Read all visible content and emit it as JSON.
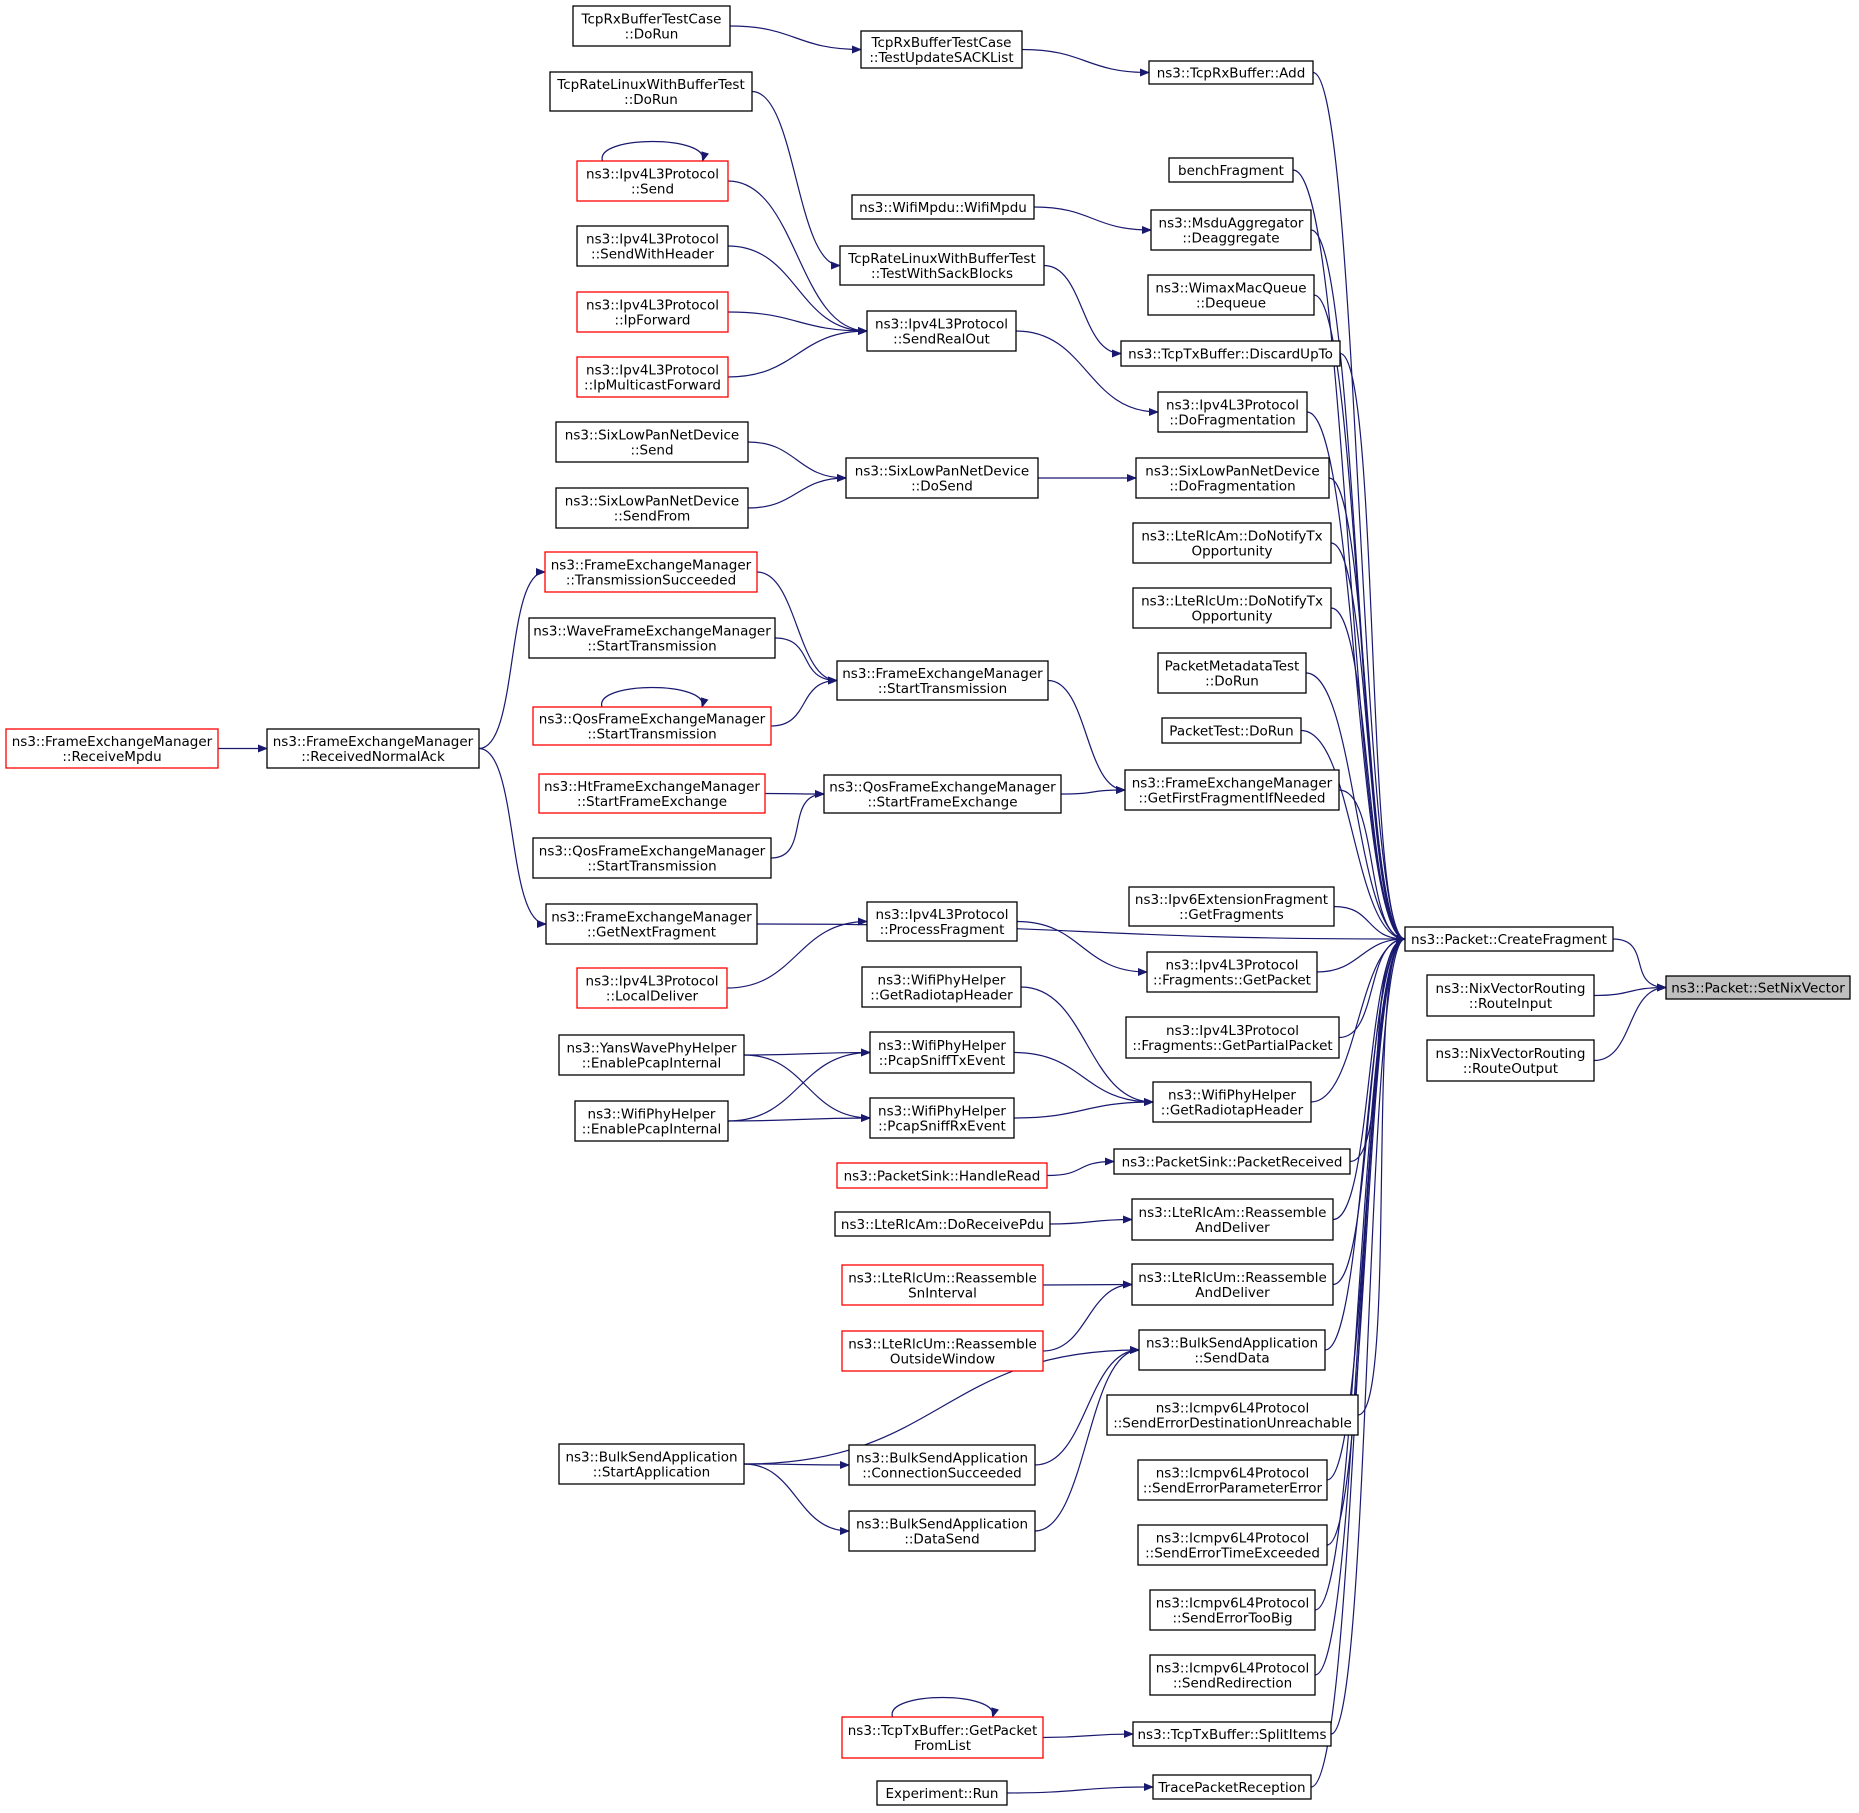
{
  "graph": {
    "nodes": [
      {
        "id": "set_nix",
        "lines": [
          "ns3::Packet::SetNixVector"
        ],
        "kind": "focus"
      },
      {
        "id": "route_input",
        "lines": [
          "ns3::NixVectorRouting",
          "::RouteInput"
        ],
        "kind": "std"
      },
      {
        "id": "route_output",
        "lines": [
          "ns3::NixVectorRouting",
          "::RouteOutput"
        ],
        "kind": "std"
      },
      {
        "id": "create_frag",
        "lines": [
          "ns3::Packet::CreateFragment"
        ],
        "kind": "std"
      },
      {
        "id": "rxbuf_add",
        "lines": [
          "ns3::TcpRxBuffer::Add"
        ],
        "kind": "std"
      },
      {
        "id": "bench_frag",
        "lines": [
          "benchFragment"
        ],
        "kind": "std"
      },
      {
        "id": "msdu_deagg",
        "lines": [
          "ns3::MsduAggregator",
          "::Deaggregate"
        ],
        "kind": "std"
      },
      {
        "id": "wimax_dequeue",
        "lines": [
          "ns3::WimaxMacQueue",
          "::Dequeue"
        ],
        "kind": "std"
      },
      {
        "id": "txbuf_discard",
        "lines": [
          "ns3::TcpTxBuffer::DiscardUpTo"
        ],
        "kind": "std"
      },
      {
        "id": "ipv4_dofrag",
        "lines": [
          "ns3::Ipv4L3Protocol",
          "::DoFragmentation"
        ],
        "kind": "std"
      },
      {
        "id": "sixlow_dofrag",
        "lines": [
          "ns3::SixLowPanNetDevice",
          "::DoFragmentation"
        ],
        "kind": "std"
      },
      {
        "id": "rlcam_notify",
        "lines": [
          "ns3::LteRlcAm::DoNotifyTx",
          "Opportunity"
        ],
        "kind": "std"
      },
      {
        "id": "rlcum_notify",
        "lines": [
          "ns3::LteRlcUm::DoNotifyTx",
          "Opportunity"
        ],
        "kind": "std"
      },
      {
        "id": "pktmeta_run",
        "lines": [
          "PacketMetadataTest",
          "::DoRun"
        ],
        "kind": "std"
      },
      {
        "id": "pkttest_run",
        "lines": [
          "PacketTest::DoRun"
        ],
        "kind": "std"
      },
      {
        "id": "fem_getfirst",
        "lines": [
          "ns3::FrameExchangeManager",
          "::GetFirstFragmentIfNeeded"
        ],
        "kind": "std"
      },
      {
        "id": "ipv6_getfrags",
        "lines": [
          "ns3::Ipv6ExtensionFragment",
          "::GetFragments"
        ],
        "kind": "std"
      },
      {
        "id": "ipv4_frags_getpacket",
        "lines": [
          "ns3::Ipv4L3Protocol",
          "::Fragments::GetPacket"
        ],
        "kind": "std"
      },
      {
        "id": "ipv4_frags_getpartial",
        "lines": [
          "ns3::Ipv4L3Protocol",
          "::Fragments::GetPartialPacket"
        ],
        "kind": "std"
      },
      {
        "id": "wifiphy_getradiotap",
        "lines": [
          "ns3::WifiPhyHelper",
          "::GetRadiotapHeader"
        ],
        "kind": "std"
      },
      {
        "id": "sink_received",
        "lines": [
          "ns3::PacketSink::PacketReceived"
        ],
        "kind": "std"
      },
      {
        "id": "rlcam_reasm",
        "lines": [
          "ns3::LteRlcAm::Reassemble",
          "AndDeliver"
        ],
        "kind": "std"
      },
      {
        "id": "rlcum_reasm",
        "lines": [
          "ns3::LteRlcUm::Reassemble",
          "AndDeliver"
        ],
        "kind": "std"
      },
      {
        "id": "bulk_senddata",
        "lines": [
          "ns3::BulkSendApplication",
          "::SendData"
        ],
        "kind": "std"
      },
      {
        "id": "icmp_dest",
        "lines": [
          "ns3::Icmpv6L4Protocol",
          "::SendErrorDestinationUnreachable"
        ],
        "kind": "std"
      },
      {
        "id": "icmp_param",
        "lines": [
          "ns3::Icmpv6L4Protocol",
          "::SendErrorParameterError"
        ],
        "kind": "std"
      },
      {
        "id": "icmp_time",
        "lines": [
          "ns3::Icmpv6L4Protocol",
          "::SendErrorTimeExceeded"
        ],
        "kind": "std"
      },
      {
        "id": "icmp_toobig",
        "lines": [
          "ns3::Icmpv6L4Protocol",
          "::SendErrorTooBig"
        ],
        "kind": "std"
      },
      {
        "id": "icmp_redirect",
        "lines": [
          "ns3::Icmpv6L4Protocol",
          "::SendRedirection"
        ],
        "kind": "std"
      },
      {
        "id": "txbuf_split",
        "lines": [
          "ns3::TcpTxBuffer::SplitItems"
        ],
        "kind": "std"
      },
      {
        "id": "trace_reception",
        "lines": [
          "TracePacketReception"
        ],
        "kind": "std"
      },
      {
        "id": "rxtc_update",
        "lines": [
          "TcpRxBufferTestCase",
          "::TestUpdateSACKList"
        ],
        "kind": "std"
      },
      {
        "id": "rxtc_run",
        "lines": [
          "TcpRxBufferTestCase",
          "::DoRun"
        ],
        "kind": "std"
      },
      {
        "id": "rate_run",
        "lines": [
          "TcpRateLinuxWithBufferTest",
          "::DoRun"
        ],
        "kind": "std"
      },
      {
        "id": "rate_sack",
        "lines": [
          "TcpRateLinuxWithBufferTest",
          "::TestWithSackBlocks"
        ],
        "kind": "std"
      },
      {
        "id": "wifimpdu",
        "lines": [
          "ns3::WifiMpdu::WifiMpdu"
        ],
        "kind": "std"
      },
      {
        "id": "ipv4_sendrealout",
        "lines": [
          "ns3::Ipv4L3Protocol",
          "::SendRealOut"
        ],
        "kind": "std"
      },
      {
        "id": "ipv4_send",
        "lines": [
          "ns3::Ipv4L3Protocol",
          "::Send"
        ],
        "kind": "trunc"
      },
      {
        "id": "ipv4_sendwithheader",
        "lines": [
          "ns3::Ipv4L3Protocol",
          "::SendWithHeader"
        ],
        "kind": "std"
      },
      {
        "id": "ipv4_ipforward",
        "lines": [
          "ns3::Ipv4L3Protocol",
          "::IpForward"
        ],
        "kind": "trunc"
      },
      {
        "id": "ipv4_ipmcast",
        "lines": [
          "ns3::Ipv4L3Protocol",
          "::IpMulticastForward"
        ],
        "kind": "trunc"
      },
      {
        "id": "sixlow_dosend",
        "lines": [
          "ns3::SixLowPanNetDevice",
          "::DoSend"
        ],
        "kind": "std"
      },
      {
        "id": "sixlow_send",
        "lines": [
          "ns3::SixLowPanNetDevice",
          "::Send"
        ],
        "kind": "std"
      },
      {
        "id": "sixlow_sendfrom",
        "lines": [
          "ns3::SixLowPanNetDevice",
          "::SendFrom"
        ],
        "kind": "std"
      },
      {
        "id": "fem_starttx",
        "lines": [
          "ns3::FrameExchangeManager",
          "::StartTransmission"
        ],
        "kind": "std"
      },
      {
        "id": "fem_txsucceeded",
        "lines": [
          "ns3::FrameExchangeManager",
          "::TransmissionSucceeded"
        ],
        "kind": "trunc"
      },
      {
        "id": "wave_starttx",
        "lines": [
          "ns3::WaveFrameExchangeManager",
          "::StartTransmission"
        ],
        "kind": "std"
      },
      {
        "id": "qos_starttx_a",
        "lines": [
          "ns3::QosFrameExchangeManager",
          "::StartTransmission"
        ],
        "kind": "trunc"
      },
      {
        "id": "qos_startfe",
        "lines": [
          "ns3::QosFrameExchangeManager",
          "::StartFrameExchange"
        ],
        "kind": "std"
      },
      {
        "id": "ht_startfe",
        "lines": [
          "ns3::HtFrameExchangeManager",
          "::StartFrameExchange"
        ],
        "kind": "trunc"
      },
      {
        "id": "qos_starttx_b",
        "lines": [
          "ns3::QosFrameExchangeManager",
          "::StartTransmission"
        ],
        "kind": "std"
      },
      {
        "id": "fem_getnext",
        "lines": [
          "ns3::FrameExchangeManager",
          "::GetNextFragment"
        ],
        "kind": "std"
      },
      {
        "id": "fem_recvack",
        "lines": [
          "ns3::FrameExchangeManager",
          "::ReceivedNormalAck"
        ],
        "kind": "std"
      },
      {
        "id": "fem_recvmpdu",
        "lines": [
          "ns3::FrameExchangeManager",
          "::ReceiveMpdu"
        ],
        "kind": "trunc"
      },
      {
        "id": "ipv4_processfrag",
        "lines": [
          "ns3::Ipv4L3Protocol",
          "::ProcessFragment"
        ],
        "kind": "std"
      },
      {
        "id": "ipv4_localdeliver",
        "lines": [
          "ns3::Ipv4L3Protocol",
          "::LocalDeliver"
        ],
        "kind": "trunc"
      },
      {
        "id": "wifiphy_getradiotap2",
        "lines": [
          "ns3::WifiPhyHelper",
          "::GetRadiotapHeader"
        ],
        "kind": "std"
      },
      {
        "id": "wifiphy_sniffTx",
        "lines": [
          "ns3::WifiPhyHelper",
          "::PcapSniffTxEvent"
        ],
        "kind": "std"
      },
      {
        "id": "wifiphy_sniffRx",
        "lines": [
          "ns3::WifiPhyHelper",
          "::PcapSniffRxEvent"
        ],
        "kind": "std"
      },
      {
        "id": "yans_pcap",
        "lines": [
          "ns3::YansWavePhyHelper",
          "::EnablePcapInternal"
        ],
        "kind": "std"
      },
      {
        "id": "wifiphy_pcap",
        "lines": [
          "ns3::WifiPhyHelper",
          "::EnablePcapInternal"
        ],
        "kind": "std"
      },
      {
        "id": "sink_handleread",
        "lines": [
          "ns3::PacketSink::HandleRead"
        ],
        "kind": "trunc"
      },
      {
        "id": "rlcam_dorecv",
        "lines": [
          "ns3::LteRlcAm::DoReceivePdu"
        ],
        "kind": "std"
      },
      {
        "id": "rlcum_reasm_sn",
        "lines": [
          "ns3::LteRlcUm::Reassemble",
          "SnInterval"
        ],
        "kind": "trunc"
      },
      {
        "id": "rlcum_reasm_out",
        "lines": [
          "ns3::LteRlcUm::Reassemble",
          "OutsideWindow"
        ],
        "kind": "trunc"
      },
      {
        "id": "bulk_start",
        "lines": [
          "ns3::BulkSendApplication",
          "::StartApplication"
        ],
        "kind": "std"
      },
      {
        "id": "bulk_connok",
        "lines": [
          "ns3::BulkSendApplication",
          "::ConnectionSucceeded"
        ],
        "kind": "std"
      },
      {
        "id": "bulk_datasend",
        "lines": [
          "ns3::BulkSendApplication",
          "::DataSend"
        ],
        "kind": "std"
      },
      {
        "id": "txbuf_getpkt",
        "lines": [
          "ns3::TcpTxBuffer::GetPacket",
          "FromList"
        ],
        "kind": "trunc"
      },
      {
        "id": "experiment_run",
        "lines": [
          "Experiment::Run"
        ],
        "kind": "std"
      }
    ],
    "edges": [
      [
        "route_input",
        "set_nix"
      ],
      [
        "route_output",
        "set_nix"
      ],
      [
        "create_frag",
        "set_nix"
      ],
      [
        "rxbuf_add",
        "create_frag"
      ],
      [
        "bench_frag",
        "create_frag"
      ],
      [
        "msdu_deagg",
        "create_frag"
      ],
      [
        "wimax_dequeue",
        "create_frag"
      ],
      [
        "txbuf_discard",
        "create_frag"
      ],
      [
        "ipv4_dofrag",
        "create_frag"
      ],
      [
        "sixlow_dofrag",
        "create_frag"
      ],
      [
        "rlcam_notify",
        "create_frag"
      ],
      [
        "rlcum_notify",
        "create_frag"
      ],
      [
        "pktmeta_run",
        "create_frag"
      ],
      [
        "pkttest_run",
        "create_frag"
      ],
      [
        "fem_getfirst",
        "create_frag"
      ],
      [
        "fem_getnext",
        "create_frag"
      ],
      [
        "ipv6_getfrags",
        "create_frag"
      ],
      [
        "ipv4_frags_getpacket",
        "create_frag"
      ],
      [
        "ipv4_frags_getpartial",
        "create_frag"
      ],
      [
        "wifiphy_getradiotap",
        "create_frag"
      ],
      [
        "sink_received",
        "create_frag"
      ],
      [
        "rlcam_reasm",
        "create_frag"
      ],
      [
        "rlcum_reasm",
        "create_frag"
      ],
      [
        "bulk_senddata",
        "create_frag"
      ],
      [
        "icmp_dest",
        "create_frag"
      ],
      [
        "icmp_param",
        "create_frag"
      ],
      [
        "icmp_time",
        "create_frag"
      ],
      [
        "icmp_toobig",
        "create_frag"
      ],
      [
        "icmp_redirect",
        "create_frag"
      ],
      [
        "txbuf_split",
        "create_frag"
      ],
      [
        "trace_reception",
        "create_frag"
      ],
      [
        "rxtc_update",
        "rxbuf_add"
      ],
      [
        "rxtc_run",
        "rxtc_update"
      ],
      [
        "rate_sack",
        "txbuf_discard"
      ],
      [
        "rate_run",
        "rate_sack"
      ],
      [
        "wifimpdu",
        "msdu_deagg"
      ],
      [
        "ipv4_sendrealout",
        "ipv4_dofrag"
      ],
      [
        "ipv4_send",
        "ipv4_sendrealout"
      ],
      [
        "ipv4_send",
        "ipv4_send"
      ],
      [
        "ipv4_sendwithheader",
        "ipv4_sendrealout"
      ],
      [
        "ipv4_ipforward",
        "ipv4_sendrealout"
      ],
      [
        "ipv4_ipmcast",
        "ipv4_sendrealout"
      ],
      [
        "sixlow_dosend",
        "sixlow_dofrag"
      ],
      [
        "sixlow_send",
        "sixlow_dosend"
      ],
      [
        "sixlow_sendfrom",
        "sixlow_dosend"
      ],
      [
        "fem_starttx",
        "fem_getfirst"
      ],
      [
        "qos_startfe",
        "fem_getfirst"
      ],
      [
        "fem_txsucceeded",
        "fem_starttx"
      ],
      [
        "wave_starttx",
        "fem_starttx"
      ],
      [
        "qos_starttx_a",
        "fem_starttx"
      ],
      [
        "qos_starttx_a",
        "qos_starttx_a"
      ],
      [
        "ht_startfe",
        "qos_startfe"
      ],
      [
        "qos_starttx_b",
        "qos_startfe"
      ],
      [
        "fem_recvack",
        "fem_txsucceeded"
      ],
      [
        "fem_recvack",
        "fem_getnext"
      ],
      [
        "fem_recvmpdu",
        "fem_recvack"
      ],
      [
        "ipv4_processfrag",
        "ipv4_frags_getpacket"
      ],
      [
        "ipv4_localdeliver",
        "ipv4_processfrag"
      ],
      [
        "wifiphy_getradiotap2",
        "wifiphy_getradiotap"
      ],
      [
        "wifiphy_sniffTx",
        "wifiphy_getradiotap"
      ],
      [
        "wifiphy_sniffRx",
        "wifiphy_getradiotap"
      ],
      [
        "yans_pcap",
        "wifiphy_sniffTx"
      ],
      [
        "yans_pcap",
        "wifiphy_sniffRx"
      ],
      [
        "wifiphy_pcap",
        "wifiphy_sniffTx"
      ],
      [
        "wifiphy_pcap",
        "wifiphy_sniffRx"
      ],
      [
        "sink_handleread",
        "sink_received"
      ],
      [
        "rlcam_dorecv",
        "rlcam_reasm"
      ],
      [
        "rlcum_reasm_sn",
        "rlcum_reasm"
      ],
      [
        "rlcum_reasm_out",
        "rlcum_reasm"
      ],
      [
        "bulk_start",
        "bulk_senddata"
      ],
      [
        "bulk_connok",
        "bulk_senddata"
      ],
      [
        "bulk_datasend",
        "bulk_senddata"
      ],
      [
        "bulk_start",
        "bulk_connok"
      ],
      [
        "bulk_start",
        "bulk_datasend"
      ],
      [
        "txbuf_getpkt",
        "txbuf_split"
      ],
      [
        "txbuf_getpkt",
        "txbuf_getpkt"
      ],
      [
        "experiment_run",
        "trace_reception"
      ]
    ]
  },
  "colors": {
    "edge": "#191970",
    "node_border": "#000000",
    "truncated_border": "#ff0000",
    "focus_fill": "#bfbfbf",
    "background": "#ffffff"
  }
}
